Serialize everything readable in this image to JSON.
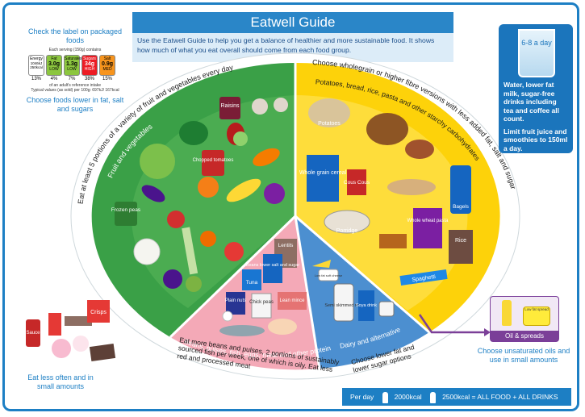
{
  "header": {
    "title": "Eatwell Guide",
    "intro": "Use the Eatwell Guide to help you get a balance of healthier and more sustainable food. It shows how much of what you eat overall should come from each food group."
  },
  "label_panel": {
    "title": "Check the label on packaged foods",
    "serving": "Each serving (150g) contains",
    "cells": [
      {
        "name": "Energy",
        "value": "1046kJ 250kcal",
        "level": "",
        "pct": "13%",
        "color": "#ffffff"
      },
      {
        "name": "Fat",
        "value": "3.0g",
        "level": "LOW",
        "pct": "4%",
        "color": "#8cc63f"
      },
      {
        "name": "Saturates",
        "value": "1.3g",
        "level": "LOW",
        "pct": "7%",
        "color": "#8cc63f"
      },
      {
        "name": "Sugars",
        "value": "34g",
        "level": "HIGH",
        "pct": "38%",
        "color": "#ed1c24"
      },
      {
        "name": "Salt",
        "value": "0.9g",
        "level": "MED",
        "pct": "15%",
        "color": "#f7941d"
      }
    ],
    "reference": "of an adult's reference intake",
    "typical": "Typical values (as sold) per 100g: 697kJ/ 167kcal",
    "choose_lower": "Choose foods lower in fat, salt and sugars"
  },
  "plate": {
    "fruit_veg_label": "Fruit and vegetables",
    "fruit_veg_arc": "Eat at least 5 portions of a variety of fruit and vegetables every day",
    "starchy_arc_outer": "Choose wholegrain or higher fibre versions with less added fat, salt and sugar",
    "starchy_arc_inner": "Potatoes, bread, rice, pasta and other starchy carbohydrates",
    "protein_label": "Beans, pulses, fish, eggs, meat and other proteins",
    "protein_arc": "Eat more beans and pulses, 2 portions of sustainably sourced fish per week, one of which is oily. Eat less red and processed meat",
    "dairy_label": "Dairy and alternatives",
    "dairy_arc": "Choose lower fat and lower sugar options",
    "foods": {
      "raisins": "Raisins",
      "chopped_tomatoes": "Chopped tomatoes",
      "frozen_peas": "Frozen peas",
      "potatoes": "Potatoes",
      "wholegrain_cereal": "Whole grain cereal",
      "cous_cous": "Cous Cous",
      "porridge": "Porridge",
      "bagels": "Bagels",
      "wholewheat_pasta": "Whole wheat pasta",
      "rice": "Rice",
      "spaghetti": "Spaghetti",
      "lentils": "Lentils",
      "beans": "Beans lower salt and sugar",
      "tuna": "Tuna",
      "plain_nuts": "Plain nuts",
      "chick_peas": "Chick peas",
      "lean_mince": "Lean mince",
      "semi_milk": "Semi skimmed milk",
      "soya_drink": "Soya drink",
      "low_fat_soft_cheese": "Low fat soft cheese",
      "crisps": "Crisps",
      "sauce": "Sauce",
      "low_fat_spread": "Low fat spread"
    }
  },
  "water": {
    "glass": "6-8 a day",
    "line1": "Water, lower fat milk, sugar-free drinks including tea and coffee all count.",
    "line2": "Limit fruit juice and smoothies to 150ml a day."
  },
  "oil": {
    "tag": "Oil & spreads",
    "text": "Choose unsaturated oils and use in small amounts"
  },
  "eat_less": "Eat less often and in small amounts",
  "perday": {
    "label": "Per day",
    "female": "2000kcal",
    "male": "2500kcal = ALL FOOD + ALL DRINKS"
  },
  "colors": {
    "fruit_veg": "#3aa047",
    "starchy": "#fdd20a",
    "protein": "#f4a9b7",
    "dairy": "#4c8fd0",
    "oil": "#7b3f98",
    "brand_blue": "#1d7fc4"
  }
}
